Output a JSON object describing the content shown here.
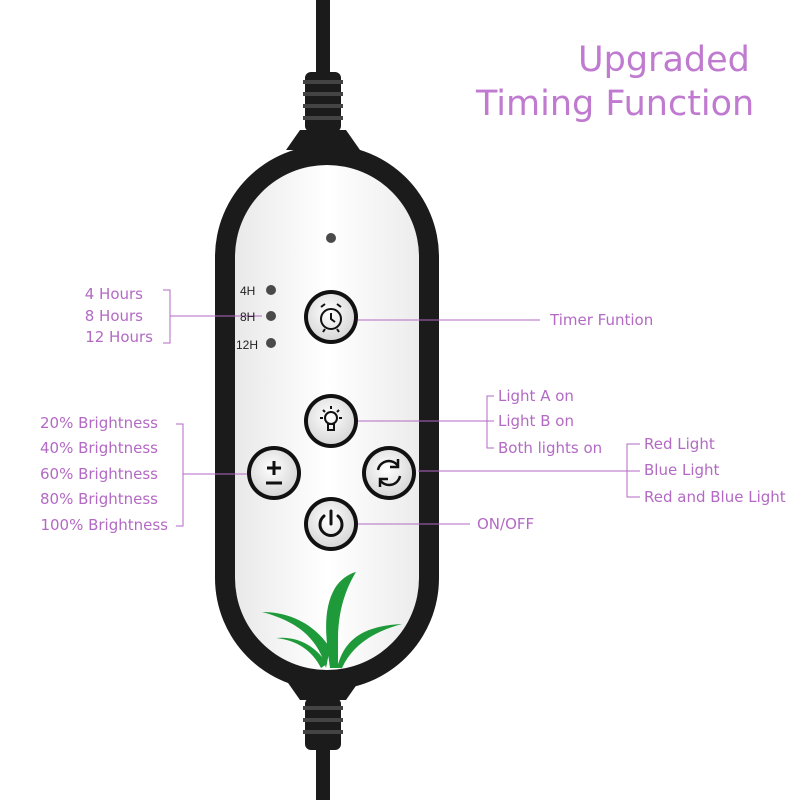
{
  "title": {
    "line1": "Upgraded",
    "line2": "Timing Function"
  },
  "timer": {
    "leds": [
      "4H",
      "8H",
      "12H"
    ],
    "durations": [
      "4 Hours",
      "8 Hours",
      "12 Hours"
    ],
    "button_label": "Timer Funtion"
  },
  "brightness": {
    "levels": [
      "20% Brightness",
      "40% Brightness",
      "60% Brightness",
      "80% Brightness",
      "100% Brightness"
    ]
  },
  "light_select": {
    "options": [
      "Light A on",
      "Light B on",
      "Both lights on"
    ]
  },
  "color_cycle": {
    "options": [
      "Red Light",
      "Blue Light",
      "Red and Blue Light"
    ]
  },
  "power": {
    "label": "ON/OFF"
  },
  "icons": {
    "timer": "alarm-clock-icon",
    "light": "light-bulb-icon",
    "brightness": "plus-minus-icon",
    "cycle": "cycle-arrows-icon",
    "power": "power-icon",
    "logo": "plant-sprout-icon"
  },
  "colors": {
    "label_purple": "#b36ac4",
    "title_purple": "#c07ad0",
    "sprout_green": "#1f9a3a",
    "controller_body": "#1b1b1b"
  }
}
